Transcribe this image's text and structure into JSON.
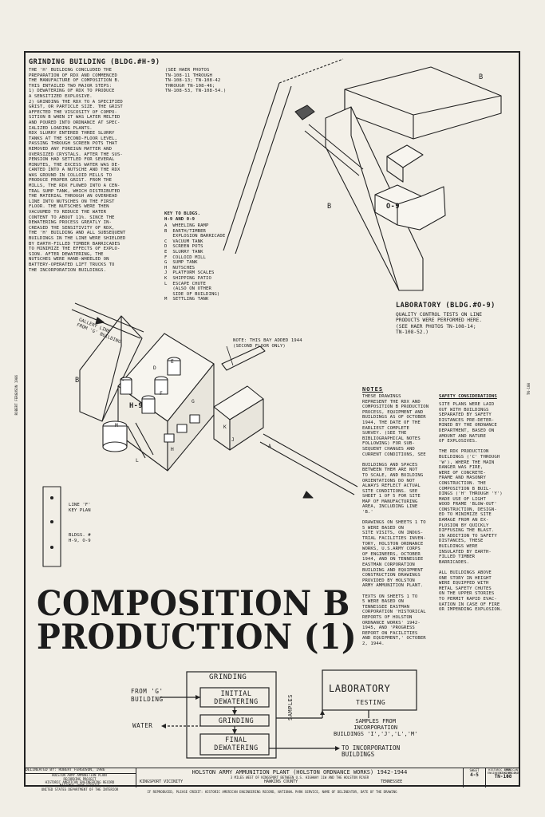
{
  "side_marks": {
    "left": "ROBERT FERGUSON 1986",
    "right": "TN-108"
  },
  "grinding": {
    "heading": "GRINDING BUILDING (BLDG.#H-9)",
    "body": "THE 'H' BUILDING CONCLUDED THE\nPREPARATION OF RDX AND COMMENCED\nTHE MANUFACTURE OF COMPOSITION B.\nTHIS ENTAILED TWO MAJOR STEPS:\n1) DEWATERING OF RDX TO PRODUCE\nA SENSITIZED EXPLOSIVE.\n2) GRINDING THE RDX TO A SPECIFIED\nGRIST, OR PARTICLE SIZE. THE GRIST\nAFFECTED THE VISCOSITY OF COMPO-\nSITION B WHEN IT WAS LATER MELTED\nAND POURED INTO ORDNANCE AT SPEC-\nIALIZED LOADING PLANTS.\nRDX SLURRY ENTERED THREE SLURRY\nTANKS AT THE SECOND-FLOOR LEVEL,\nPASSING THROUGH SCREEN POTS THAT\nREMOVED ANY FOREIGN MATTER AND\nOVERSIZED CRYSTALS. AFTER THE SUS-\nPENSION HAD SETTLED FOR SEVERAL\nMINUTES, THE EXCESS WATER WAS DE-\nCANTED INTO A NUTSCHE AND THE RDX\nWAS GROUND IN COLLOID MILLS TO\nPRODUCE PROPER GRIST. FROM THE\nMILLS, THE RDX FLOWED INTO A CEN-\nTRAL SUMP TANK, WHICH DISTRIBUTED\nTHE MATERIAL THROUGH AN OVERHEAD\nLINE INTO NUTSCHES ON THE FIRST\nFLOOR. THE NUTSCHES WERE THEN\nVACUUMED TO REDUCE THE WATER\nCONTENT TO ABOUT 11%. SINCE THE\nDEWATERING PROCESS GREATLY IN-\nCREASED THE SENSITIVITY OF RDX,\nTHE 'H' BUILDING AND ALL SUBSEQUENT\nBUILDINGS IN THE LINE WERE SHIELDED\nBY EARTH-FILLED TIMBER BARRICADES\nTO MINIMIZE THE EFFECTS OF EXPLO-\nSION. AFTER DEWATERING, THE\nNUTSCHES WERE HAND-WHEELED ON\nBATTERY-OPERATED LIFT TRUCKS TO\nTHE INCORPORATION BUILDINGS.",
    "photos": "(SEE HAER PHOTOS\nTN-108-11 THROUGH\nTN-108-13; TN-108-42\nTHROUGH TN-108-46;\nTN-108-53, TN-108-54.)"
  },
  "key": {
    "title": "KEY TO BLDGS.\nH-9 AND 0-9",
    "items": "A  WHEELING RAMP\nB  EARTH/TIMBER\n   EXPLOSION BARRICADE\nC  VACUUM TANK\nD  SCREEN POTS\nE  SLURRY TANK\nF  COLLOID MILL\nG  SUMP TANK\nH  NUTSCHES\nJ  PLATFORM SCALES\nK  SHIPPING PATIO\nL  ESCAPE CHUTE\n   (ALSO ON OTHER\n   SIDE OF BUILDING)\nM  SETTLING TANK"
  },
  "laboratory": {
    "heading": "LABORATORY (BLDG.#O-9)",
    "body": "QUALITY CONTROL TESTS ON LINE\nPRODUCTS WERE PERFORMED HERE.\n(SEE HAER PHOTOS TN-108-14;\nTN-108-52.)"
  },
  "drawing": {
    "label_b1": "B",
    "label_b2": "B",
    "label_b3": "B",
    "label_o9": "O-9",
    "label_h9": "H-9",
    "label_a": "A",
    "label_k": "K",
    "label_m": "M",
    "label_l": "L",
    "label_c": "C",
    "label_e": "E",
    "label_h": "H",
    "label_d": "D",
    "label_g": "G",
    "label_j": "J",
    "label_f": "F",
    "gallery": "GALLERY LINE\nFROM 'G' BUILDING",
    "note": "NOTE: THIS BAY ADDED 1944\n(SECOND FLOOR ONLY)",
    "keyplan": "LINE 'F'\nKEY PLAN",
    "keyplan_bldgs": "BLDGS. #\nH-9, O-9"
  },
  "notes": {
    "title": "NOTES",
    "col1": "THESE DRAWINGS\nREPRESENT THE RDX AND\nCOMPOSITION B PRODUCTION\nPROCESS, EQUIPMENT AND\nBUILDINGS AS OF OCTOBER\n1944, THE DATE OF THE\nEARLIEST COMPLETE\nSURVEY. (SEE THE\nBIBLIOGRAPHICAL NOTES\nFOLLOWING) FOR SUB-\nSEQUENT CHANGES AND\nCURRENT CONDITIONS, SEE\n\nBUILDINGS AND SPACES\nBETWEEN THEM ARE NOT\nTO SCALE, AND BUILDING\nORIENTATIONS DO NOT\nALWAYS REFLECT ACTUAL\nSITE CONDITIONS. SEE\nSHEET 1 OF 5 FOR SITE\nMAP OF MANUFACTURING\nAREA, INCLUDING LINE\n'B.'\n\nDRAWINGS ON SHEETS 1 TO\n5 WERE BASED ON\nSITE VISITS, ON INDUS-\nTRIAL FACILITIES INVEN-\nTORY, HOLSTON ORDNANCE\nWORKS, U.S.ARMY CORPS\nOF ENGINEERS, OCTOBER\n1944, AND ON TENNESSEE\nEASTMAN CORPORATION\nBUILDING AND EQUIPMENT\nCONSTRUCTION DRAWINGS\nPROVIDED BY HOLSTON\nARMY AMMUNITION PLANT.\n\nTEXTS ON SHEETS 1 TO\n5 WERE BASED ON\nTENNESSEE EASTMAN\nCORPORATION 'HISTORICAL\nREPORTS OF HOLSTON\nORDNANCE WORKS' 1942-\n1945, AND 'PROGRESS\nREPORT ON FACILITIES\nAND EQUIPMENT,' OCTOBER\n2, 1944.",
    "safety_title": "SAFETY CONSIDERATIONS",
    "col2": "SITE PLANS WERE LAID\nOUT WITH BUILDINGS\nSEPARATED BY SAFETY\nDISTANCES PRE-DETER-\nMINED BY THE ORDNANCE\nDEPARTMENT, BASED ON\nAMOUNT AND NATURE\nOF EXPLOSIVES.\n\nTHE RDX PRODUCTION\nBUILDINGS ('C' THROUGH\n'W'), WHERE THE MAIN\nDANGER WAS FIRE,\nWERE OF CONCRETE-\nFRAME AND MASONRY\nCONSTRUCTION. THE\nCOMPOSITION B BUIL-\nDINGS ('H' THROUGH 'Y')\nMADE USE OF LIGHT\nWOOD FRAME 'BLOW-OUT'\nCONSTRUCTION, DESIGN-\nED TO MINIMIZE SITE\nDAMAGE FROM AN EX-\nPLOSION BY QUICKLY\nDIFFUSING THE BLAST.\nIN ADDITION TO SAFETY\nDISTANCES, THESE\nBUILDINGS WERE\nINSULATED BY EARTH-\nFILLED TIMBER\nBARRICADES.\n\nALL BUILDINGS ABOVE\nONE STORY IN HEIGHT\nWERE EQUIPPED WITH\nMETAL SAFETY CHUTES\nON THE UPPER STORIES\nTO PERMIT RAPID EVAC-\nUATION IN CASE OF FIRE\nOR IMPENDING EXPLOSION."
  },
  "title": {
    "line1": "COMPOSITION B",
    "line2": "PRODUCTION (1)"
  },
  "flow": {
    "grinding": "GRINDING",
    "initial_dewatering": "INITIAL\nDEWATERING",
    "grinding_step": "GRINDING",
    "final_dewatering": "FINAL\nDEWATERING",
    "from_g": "FROM 'G'\nBUILDING",
    "water": "WATER",
    "samples": "SAMPLES",
    "lab1": "LABORATORY",
    "lab2": "TESTING",
    "samples_from": "SAMPLES FROM\nINCORPORATION\nBUILDINGS 'I','J','L','M'",
    "to_incorp": "TO INCORPORATION\nBUILDINGS"
  },
  "titleblock": {
    "delineated": "DELINEATED BY: ROBERT FERGUSON, 1986",
    "recording": "HOLSTON ARMY AMMUNITION PLANT\nRECORDING PROJECT\nHISTORIC AMERICAN ENGINEERING RECORD\nNATIONAL PARK SERVICE\nUNITED STATES DEPARTMENT OF THE INTERIOR",
    "main": "HOLSTON ARMY AMMUNITION PLANT (HOLSTON ORDNANCE WORKS) 1942-1944",
    "sub": "3 MILES WEST OF KINGSPORT BETWEEN U.S. HIGHWAY 11W AND THE HOLSTON RIVER",
    "vicinity": "KINGSPORT VICINITY",
    "county": "HAWKINS COUNTY",
    "state": "TENNESSEE",
    "sheet_label": "SHEET",
    "sheet": "4-5",
    "haer_label": "HISTORIC AMERICAN\nENGINEERING RECORD",
    "haer_no": "TN-108",
    "haer_state": "TENN.\n37-KINPO.V,\n1-",
    "footer": "IF REPRODUCED, PLEASE CREDIT: HISTORIC AMERICAN ENGINEERING RECORD, NATIONAL PARK SERVICE, NAME OF DELINEATOR, DATE OF THE DRAWING"
  }
}
